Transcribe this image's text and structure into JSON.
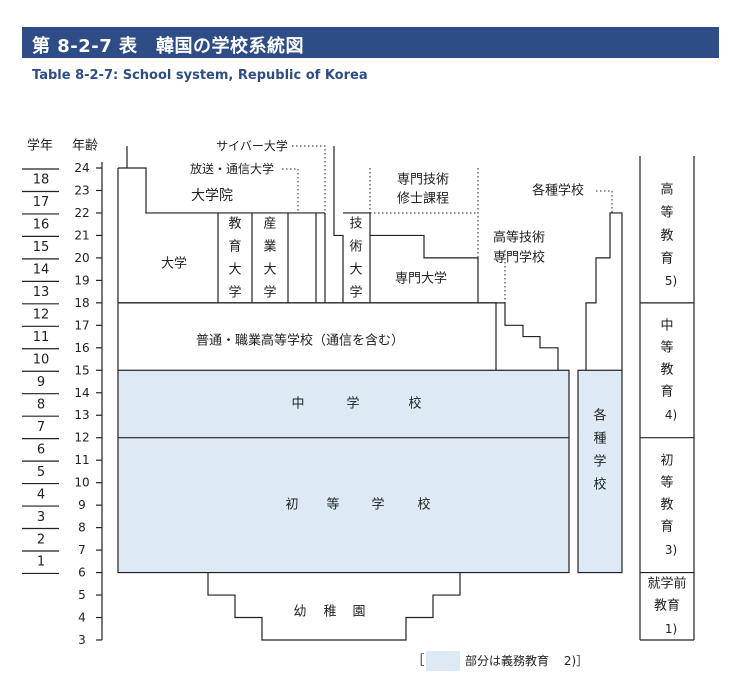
{
  "title": "第 8-2-7 表　韓国の学校系統図",
  "subtitle": "Table 8-2-7: School system, Republic of Korea",
  "headers": {
    "grade": "学年",
    "age": "年齢"
  },
  "grades": [
    "18",
    "17",
    "16",
    "15",
    "14",
    "13",
    "12",
    "11",
    "10",
    "9",
    "8",
    "7",
    "6",
    "5",
    "4",
    "3",
    "2",
    "1"
  ],
  "ages": [
    "24",
    "23",
    "22",
    "21",
    "20",
    "19",
    "18",
    "17",
    "16",
    "15",
    "14",
    "13",
    "12",
    "11",
    "10",
    "9",
    "8",
    "7",
    "6",
    "5",
    "4",
    "3"
  ],
  "labels": {
    "graduate_school": "大学院",
    "university": "大学",
    "education_university": [
      "教",
      "育",
      "大",
      "学"
    ],
    "industrial_university": [
      "産",
      "業",
      "大",
      "学"
    ],
    "technical_university": [
      "技",
      "術",
      "大",
      "学"
    ],
    "cyber_university": "サイバー大学",
    "broadcast_university": "放送・通信大学",
    "professional_tech_master": [
      "専門技術",
      "修士課程"
    ],
    "junior_college": "専門大学",
    "higher_tech_school": [
      "高等技術",
      "専門学校"
    ],
    "misc_school_top": "各種学校",
    "high_school": "普通・職業高等学校（通信を含む）",
    "middle_school": [
      "中",
      "学",
      "校"
    ],
    "elementary_school": [
      "初",
      "等",
      "学",
      "校"
    ],
    "misc_school_side": [
      "各",
      "種",
      "学",
      "校"
    ],
    "kindergarten": [
      "幼",
      "稚",
      "園"
    ]
  },
  "right_column": {
    "higher": {
      "chars": [
        "高",
        "等",
        "教",
        "育"
      ],
      "note": "5)"
    },
    "secondary": {
      "chars": [
        "中",
        "等",
        "教",
        "育"
      ],
      "note": "4)"
    },
    "primary": {
      "chars": [
        "初",
        "等",
        "教",
        "育"
      ],
      "note": "3)"
    },
    "preschool": {
      "lines": [
        "就学前",
        "教育"
      ],
      "note": "1)"
    }
  },
  "legend": {
    "open": "［",
    "text": "部分は義務教育",
    "note": "2)］"
  },
  "colors": {
    "title_bg": "#2e4d86",
    "compulsory": "#ddeaf6",
    "line": "#222222"
  }
}
